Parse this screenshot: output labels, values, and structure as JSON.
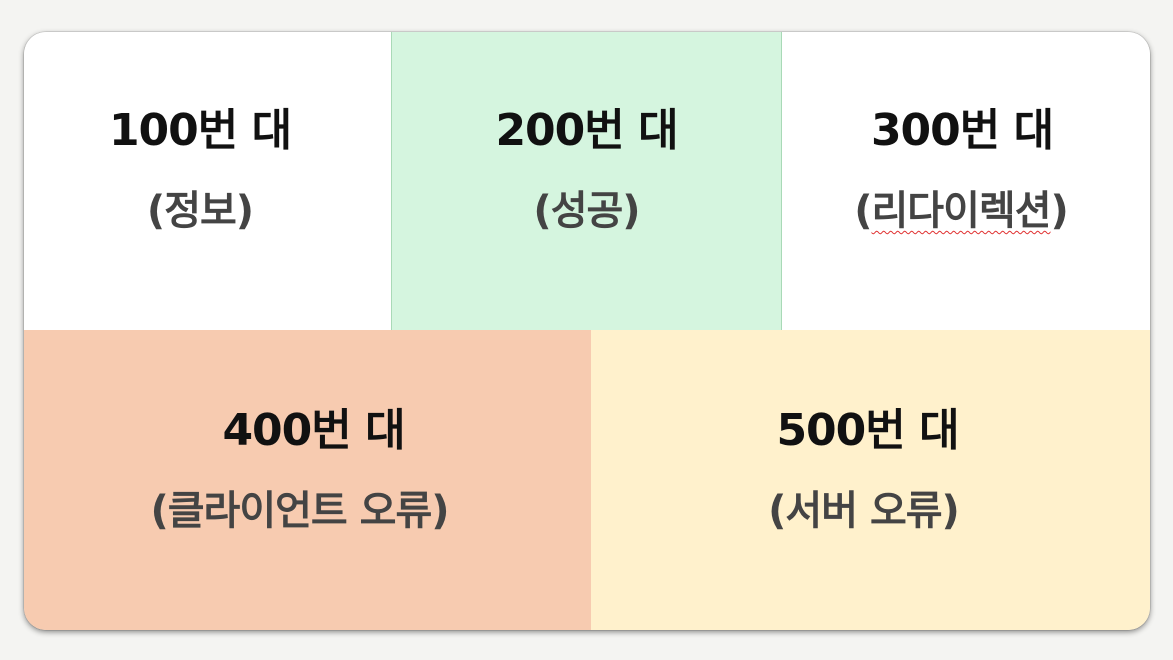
{
  "cells": [
    {
      "title": "100번 대",
      "subtitle": "(정보)",
      "color": "#ffffff"
    },
    {
      "title": "200번 대",
      "subtitle": "(성공)",
      "color": "#d5f5df"
    },
    {
      "title": "300번 대",
      "subtitle_open": "(",
      "subtitle_word": "리다이렉션",
      "subtitle_close": ")",
      "color": "#ffffff"
    },
    {
      "title": "400번 대",
      "subtitle": "(클라이언트 오류)",
      "color": "#f7cbb0"
    },
    {
      "title": "500번 대",
      "subtitle": "(서버 오류)",
      "color": "#fff1cc"
    }
  ]
}
